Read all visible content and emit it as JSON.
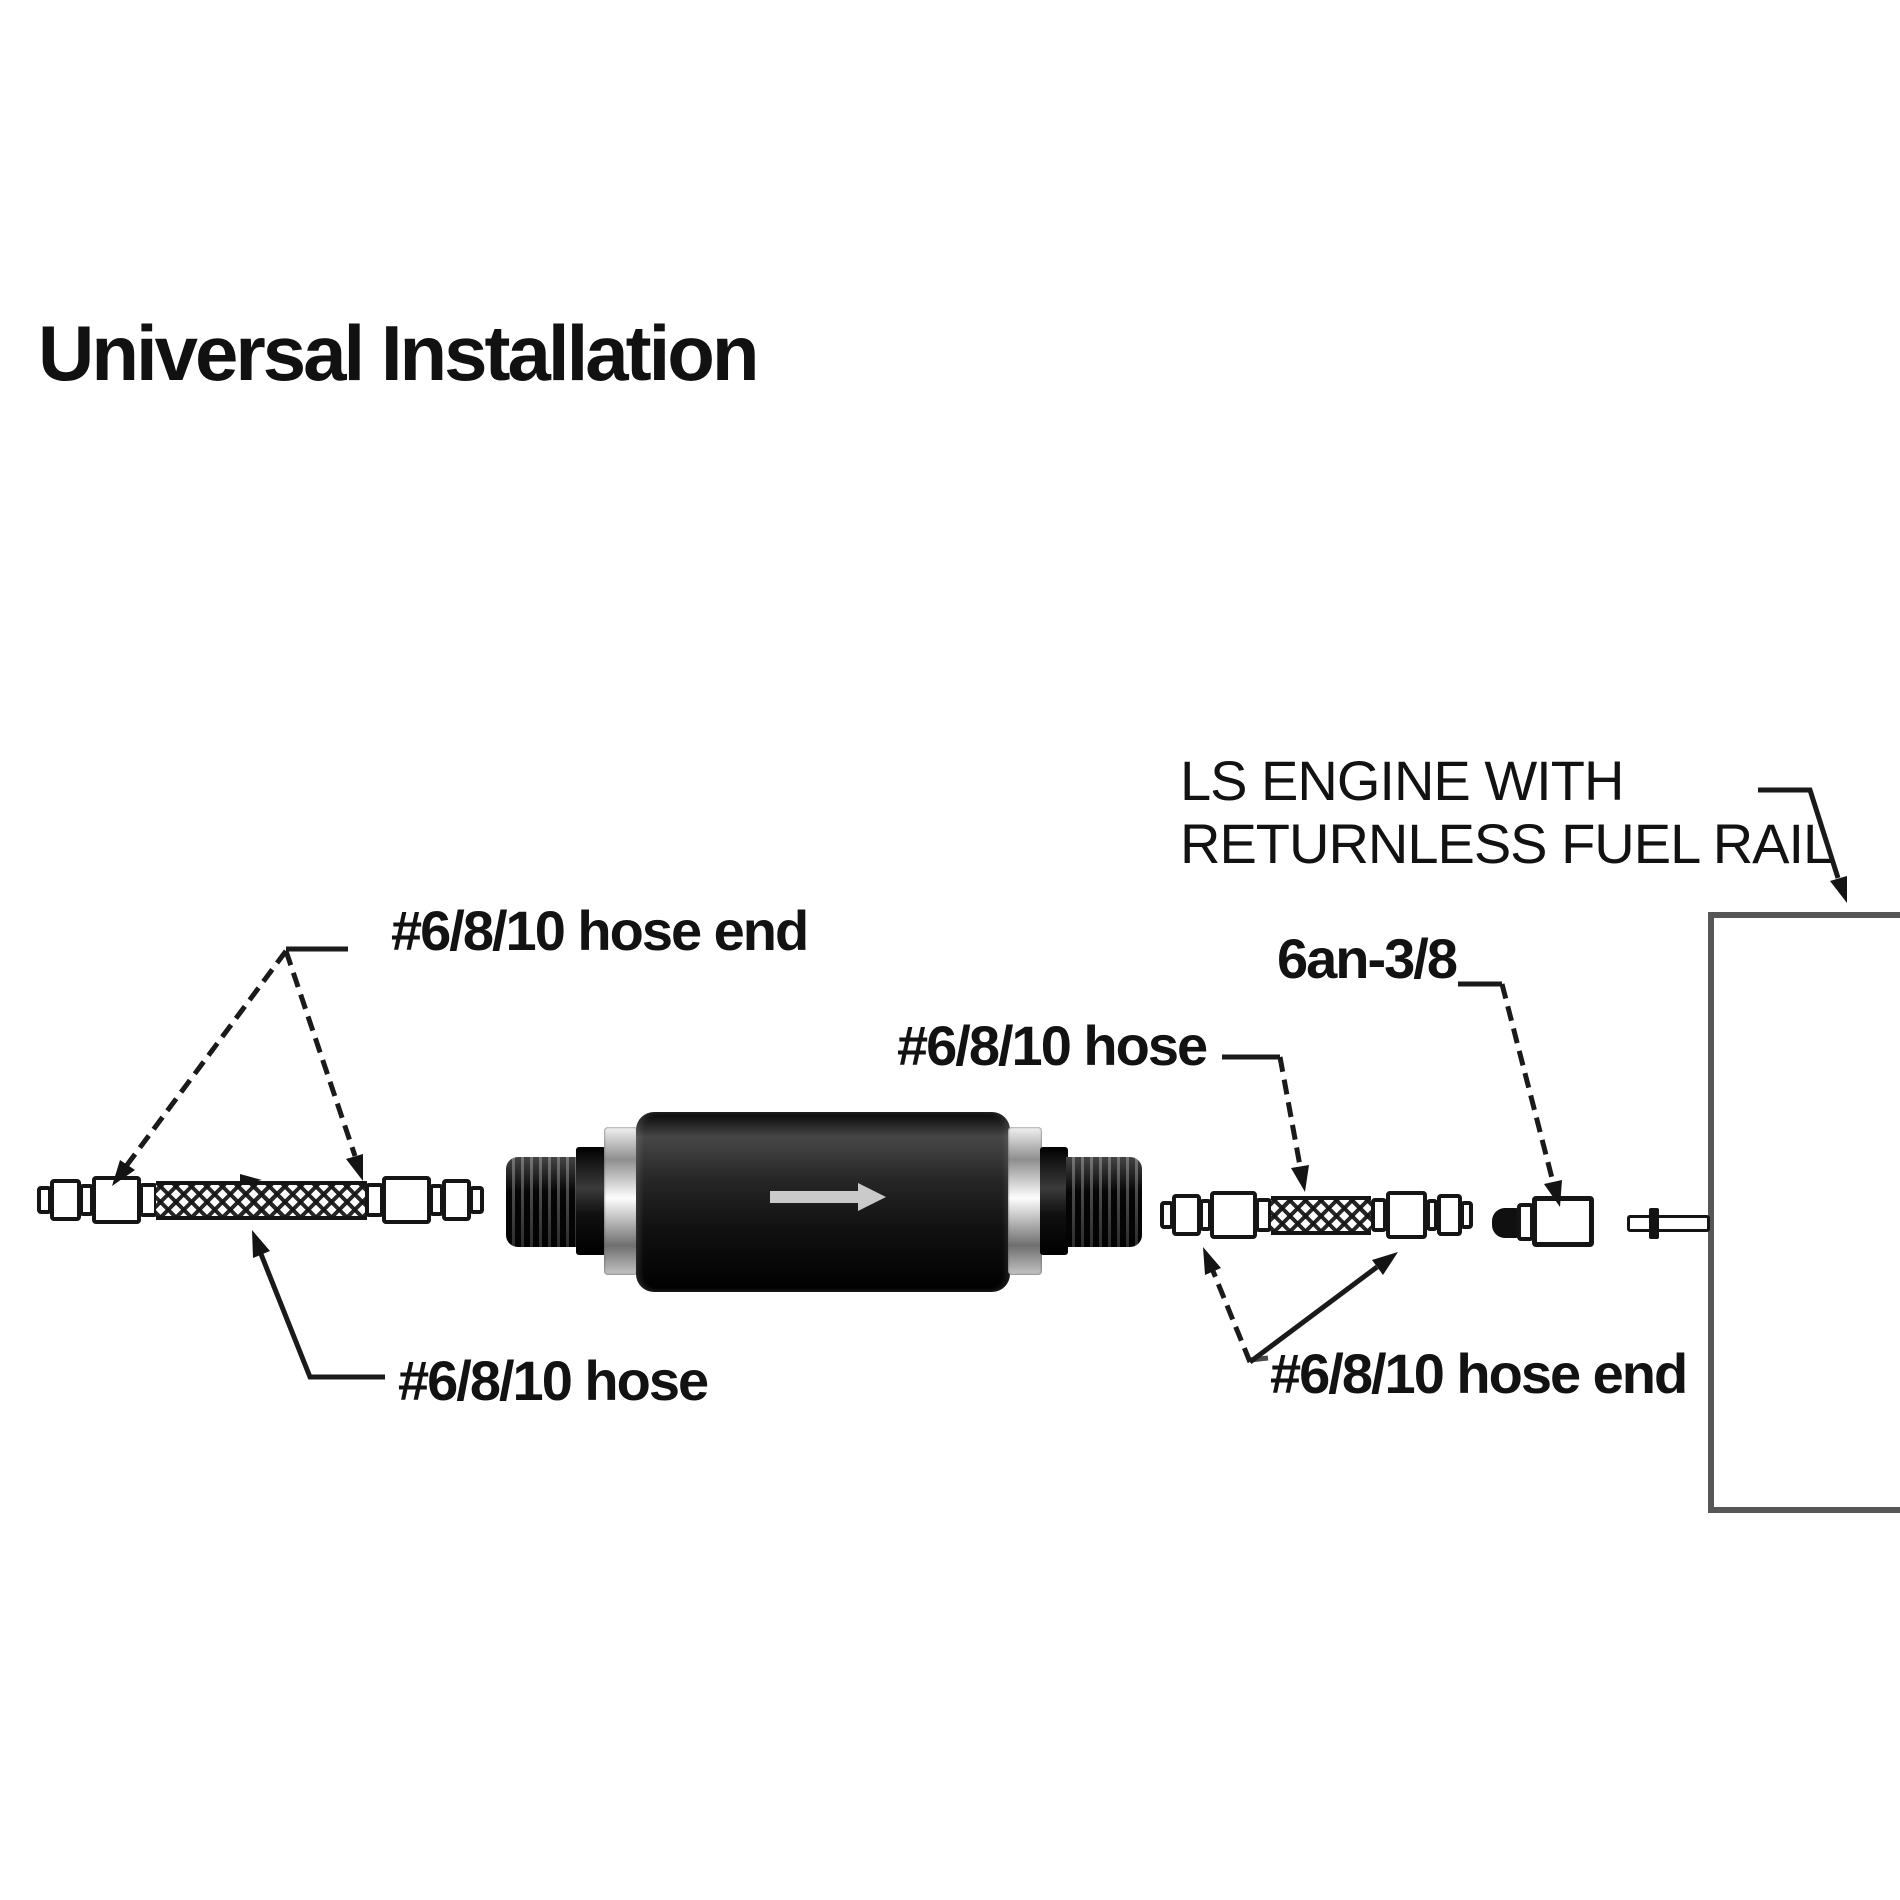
{
  "title": "Universal Installation",
  "labels": {
    "top_left_hose_end": "#6/8/10 hose end",
    "mid_hose": "#6/8/10 hose",
    "adapter": "6an-3/8",
    "engine_line1": "LS ENGINE WITH",
    "engine_line2": "RETURNLESS FUEL RAIL",
    "bottom_left_hose": "#6/8/10 hose",
    "bottom_right_hose_end": "#6/8/10 hose end"
  },
  "icons": {
    "flow_direction_arrow": "right-arrow",
    "leader_arrowheads": "filled-triangle"
  },
  "colors": {
    "background": "#ffffff",
    "line": "#1a1a1a",
    "engine_box_stroke": "#565656",
    "filter_body": "#0d0d0d",
    "chrome": "#c8c8c8",
    "flow_arrow": "#d4d4d4"
  }
}
